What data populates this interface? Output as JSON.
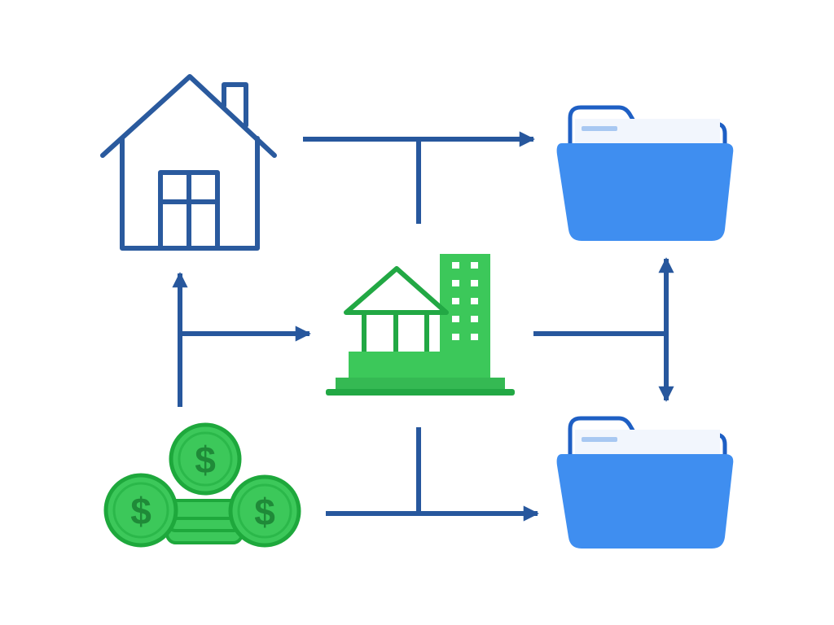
{
  "colors": {
    "background": "#ffffff",
    "connector": "#27579d",
    "house_outline": "#2a5a9e",
    "building_green": "#3cc85a",
    "building_dark_green": "#22a844",
    "coin_green": "#3cc85a",
    "coin_outline": "#1ea83c",
    "dollar_sign": "#1f8a38",
    "folder_back": "#3b86ea",
    "folder_outline": "#1e5fc4",
    "folder_front": "#3f8ef0",
    "folder_paper": "#f2f6fd",
    "folder_paper_line": "#a8c8f2"
  },
  "nodes": [
    {
      "name": "house-icon",
      "icon": "house"
    },
    {
      "name": "bank-building-icon",
      "icon": "classical-building-with-tower"
    },
    {
      "name": "coin-stack-icon",
      "icon": "dollar-coins"
    },
    {
      "name": "folder-top-icon",
      "icon": "folder-with-document"
    },
    {
      "name": "folder-bottom-icon",
      "icon": "folder-with-document"
    }
  ],
  "connectors": [
    {
      "name": "connector-house-to-folder-top",
      "type": "arrow-with-branch"
    },
    {
      "name": "connector-coins-to-house-and-bank",
      "type": "split-arrow"
    },
    {
      "name": "connector-bank-to-folders",
      "type": "double-arrow-branch"
    },
    {
      "name": "connector-coins-to-folder-bottom",
      "type": "arrow-with-branch"
    }
  ]
}
